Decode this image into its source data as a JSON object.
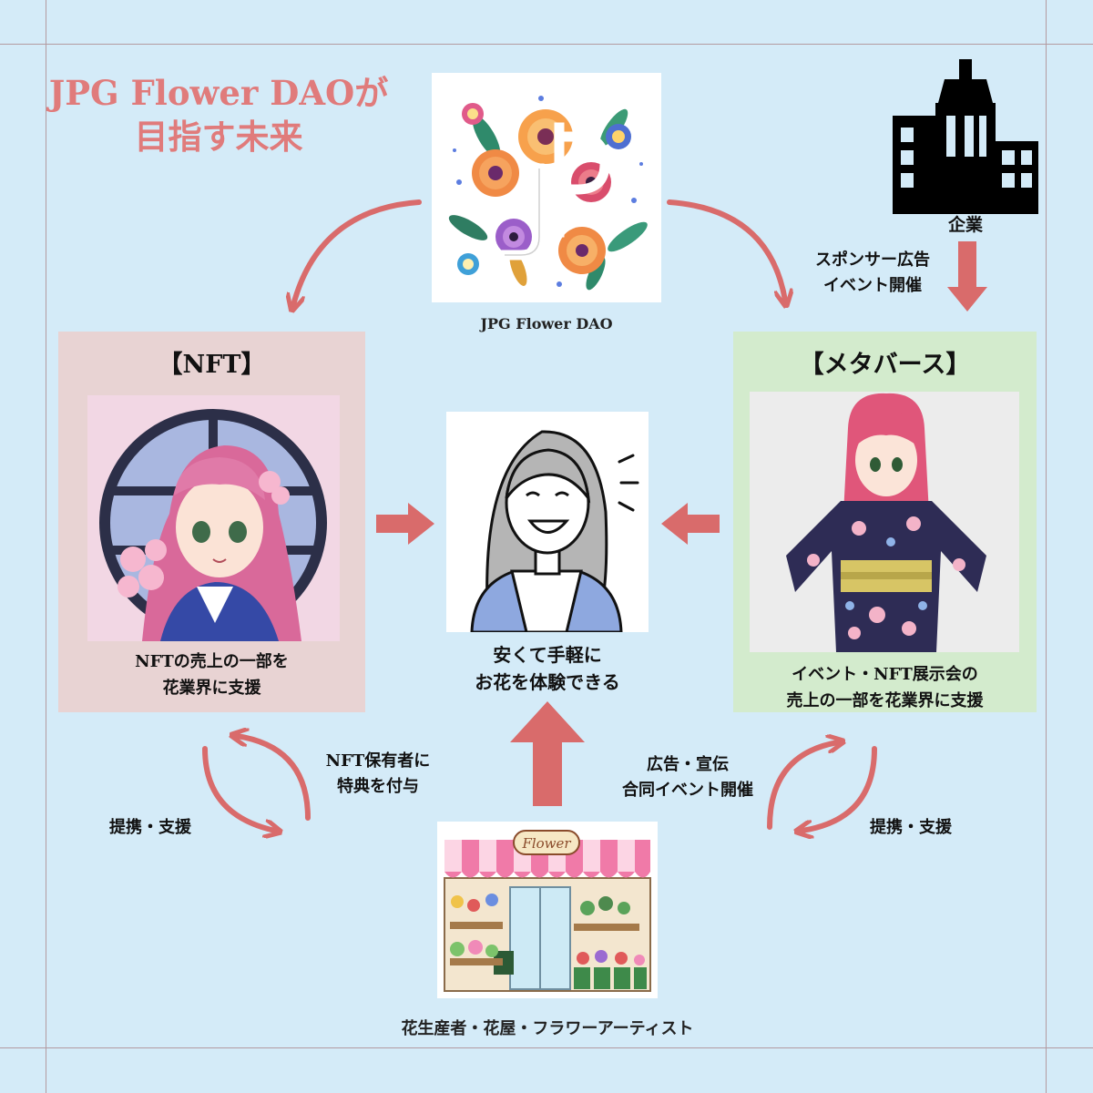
{
  "title": {
    "line1": "JPG Flower DAOが",
    "line2": "目指す未来"
  },
  "dao": {
    "logo_text": "JP",
    "caption": "JPG Flower DAO"
  },
  "company": {
    "label": "企業"
  },
  "sponsor": {
    "line1": "スポンサー広告",
    "line2": "イベント開催"
  },
  "nft_panel": {
    "title": "【NFT】",
    "line1": "NFTの売上の一部を",
    "line2": "花業界に支援"
  },
  "metaverse_panel": {
    "title": "【メタバース】",
    "line1": "イベント・NFT展示会の",
    "line2": "売上の一部を花業界に支援"
  },
  "center": {
    "line1": "安くて手軽に",
    "line2": "お花を体験できる"
  },
  "nft_holder": {
    "line1": "NFT保有者に",
    "line2": "特典を付与"
  },
  "ad": {
    "line1": "広告・宣伝",
    "line2": "合同イベント開催"
  },
  "partner_left": "提携・支援",
  "partner_right": "提携・支援",
  "shop": {
    "sign": "Flower",
    "caption": "花生産者・花屋・フラワーアーティスト"
  },
  "colors": {
    "background": "#d4ebf8",
    "title": "#e07b7b",
    "arrow": "#d96b6b",
    "nft_panel": "#e8d3d3",
    "metaverse_panel": "#d3ebcd"
  }
}
